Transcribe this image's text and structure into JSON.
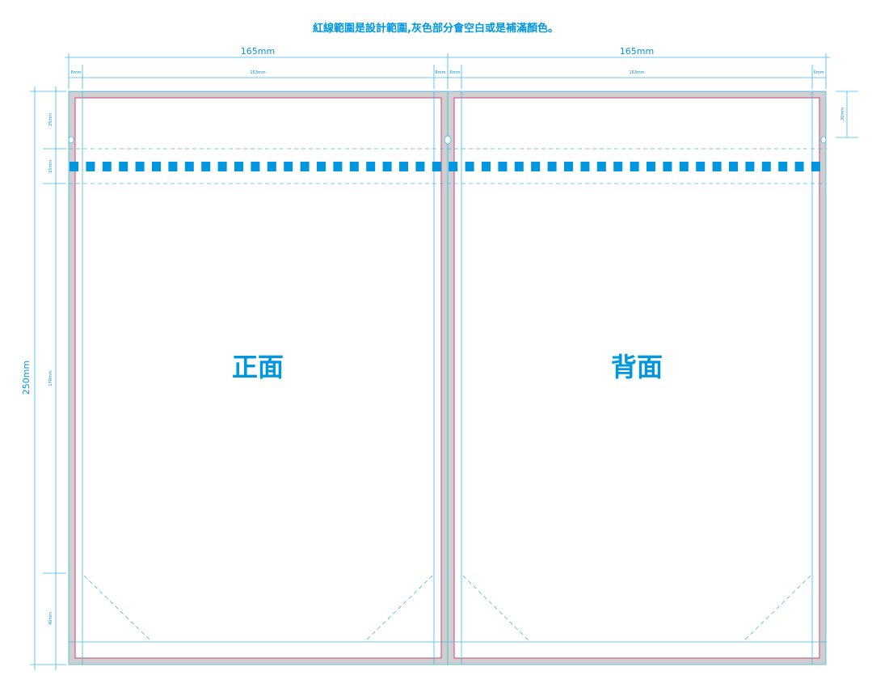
{
  "header": {
    "instruction": "紅線範圍是設計範圍,灰色部分會空白或是補滿顏色。"
  },
  "dimensions": {
    "panel_width_left": "165mm",
    "panel_width_right": "165mm",
    "bleed_left_outer": "6mm",
    "inner_width_left": "153mm",
    "bleed_left_inner": "6mm",
    "bleed_right_inner": "6mm",
    "inner_width_right": "153mm",
    "bleed_right_outer": "6mm",
    "total_height": "250mm",
    "seg_top": "25mm",
    "seg_perforation": "15mm",
    "seg_body": "170mm",
    "seg_bottom": "40mm",
    "right_top": "20mm"
  },
  "panels": {
    "front_label": "正面",
    "back_label": "背面"
  },
  "colors": {
    "accent": "#0096e0",
    "guide_line": "#3fb8f0",
    "design_boundary": "#d0407a",
    "bleed_gray": "#cfcfcf",
    "perforation": "#0096e0"
  }
}
